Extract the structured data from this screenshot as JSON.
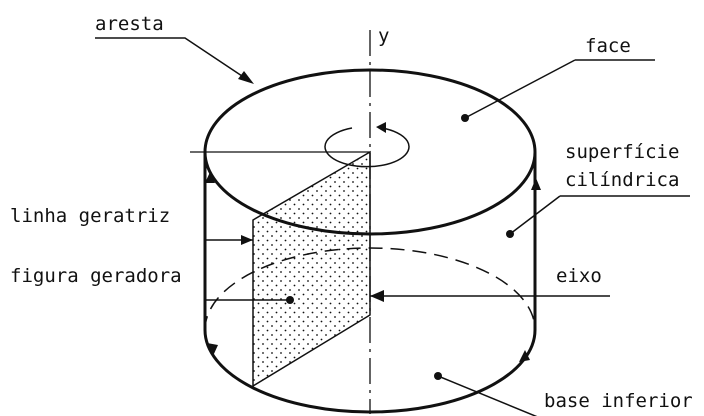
{
  "labels": {
    "axis": "y",
    "edge": "aresta",
    "face": "face",
    "surface_line1": "superfície",
    "surface_line2": "cilíndrica",
    "generatrix": "linha geratriz",
    "generating_figure": "figura geradora",
    "axis_name": "eixo",
    "bottom_base": "base inferior"
  },
  "colors": {
    "ink": "#111111",
    "background": "#ffffff"
  }
}
